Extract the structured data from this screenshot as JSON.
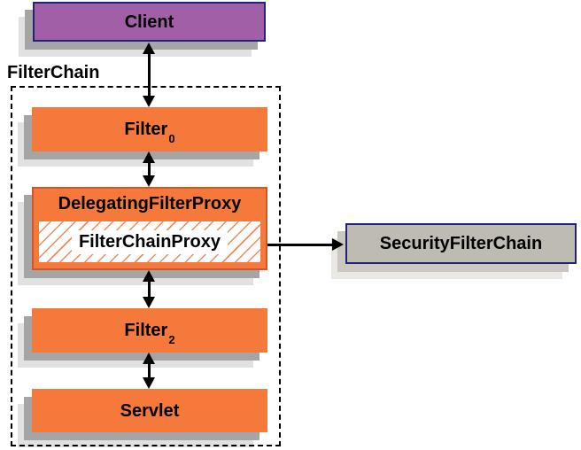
{
  "diagram_title": "FilterChain",
  "nodes": {
    "client": {
      "label": "Client"
    },
    "filter0": {
      "label": "Filter",
      "sub": "0"
    },
    "delegating": {
      "label": "DelegatingFilterProxy"
    },
    "filter_chain_proxy": {
      "label": "FilterChainProxy"
    },
    "filter2": {
      "label": "Filter",
      "sub": "2"
    },
    "servlet": {
      "label": "Servlet"
    },
    "security_filter_chain": {
      "label": "SecurityFilterChain"
    }
  },
  "edges": [
    {
      "from": "Client",
      "to": "Filter0",
      "arrow": "both"
    },
    {
      "from": "Filter0",
      "to": "DelegatingFilterProxy",
      "arrow": "both"
    },
    {
      "from": "DelegatingFilterProxy",
      "to": "Filter2",
      "arrow": "both"
    },
    {
      "from": "Filter2",
      "to": "Servlet",
      "arrow": "both"
    },
    {
      "from": "FilterChainProxy",
      "to": "SecurityFilterChain",
      "arrow": "forward"
    }
  ],
  "colors": {
    "node-orange": "#F4793B",
    "delegating-border": "#D85326",
    "hatch-line": "#F08B57",
    "client-purple": "#A15FA8",
    "navy-border": "#22227B",
    "security-gray": "#BEBBB2",
    "shadow-dark": "#A5A5A5",
    "shadow-light": "#E1E1E1",
    "security-shadow-dark": "#CBC8C2",
    "security-shadow-light": "#EAE8E4",
    "arrow-black": "#000000"
  }
}
